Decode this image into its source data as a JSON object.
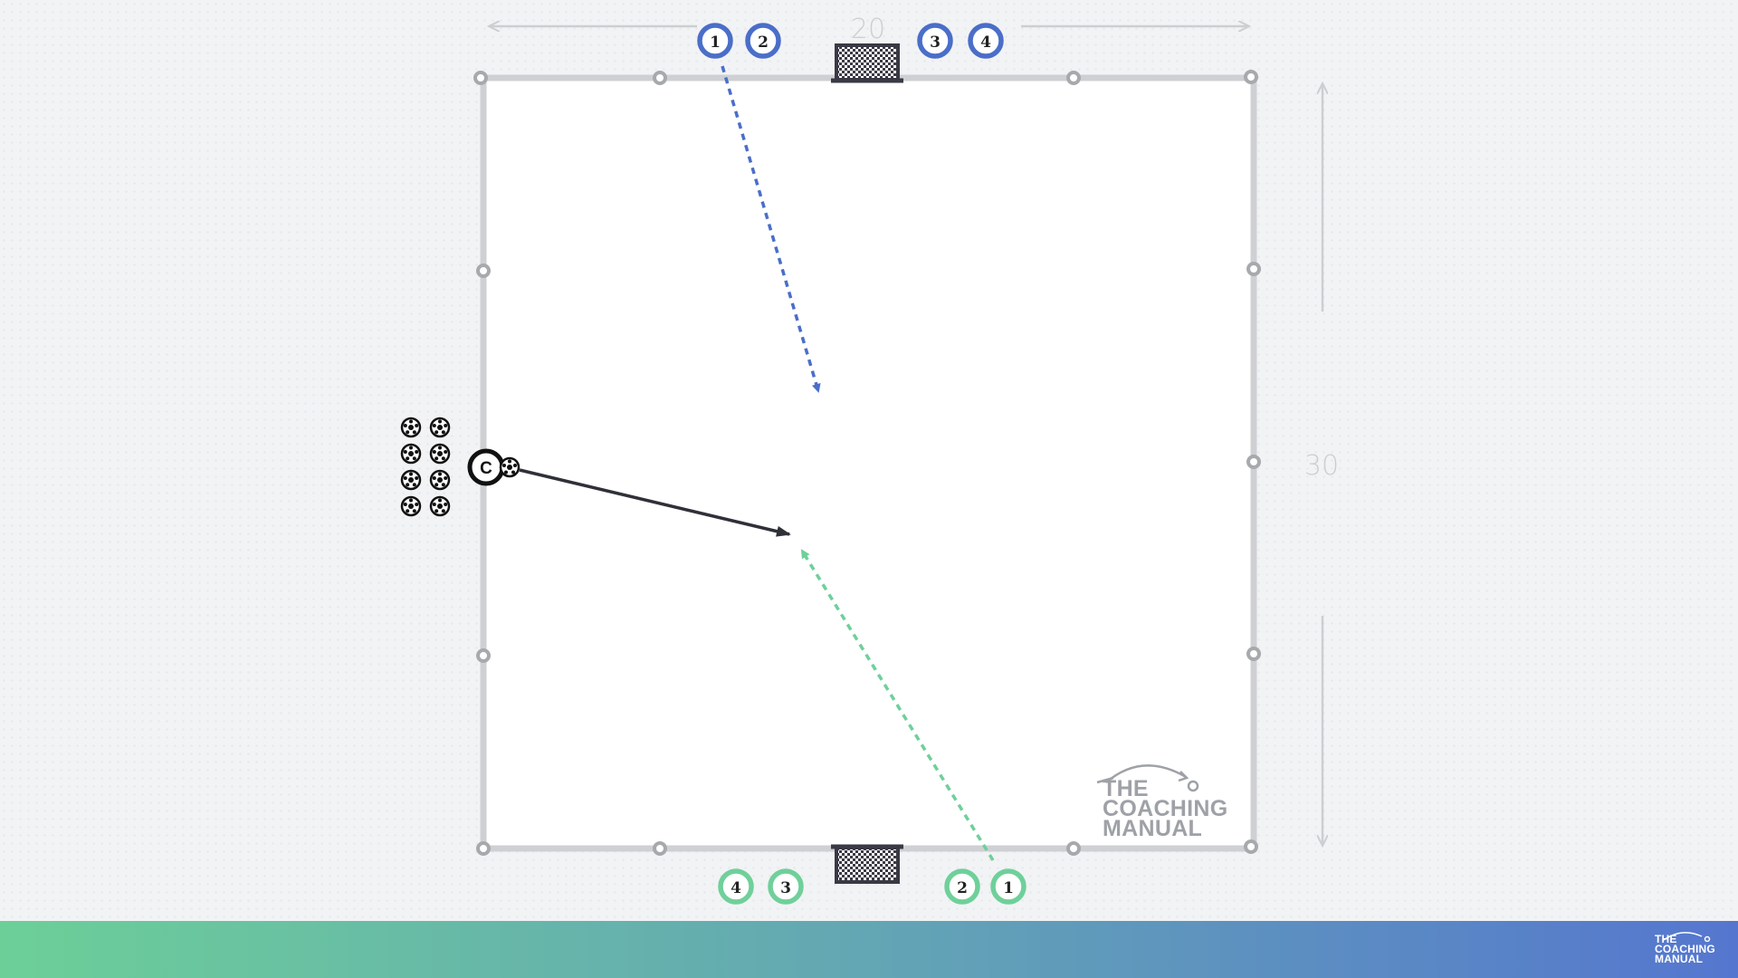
{
  "diagram": {
    "pitch": {
      "width_label": "20",
      "length_label": "30"
    },
    "coach": {
      "label": "C"
    },
    "ball_stock_count": 8,
    "blue_team": {
      "color": "#4a6ec9",
      "players": [
        "1",
        "2",
        "3",
        "4"
      ]
    },
    "green_team": {
      "color": "#6fd09a",
      "players": [
        "4",
        "3",
        "2",
        "1"
      ]
    },
    "colors": {
      "cone": "#a7a9ad",
      "line": "#cfd0d3",
      "goal": "#3a3a45",
      "arrow_coach": "#2f3038",
      "dimension": "#cdced1"
    },
    "watermark": {
      "lines": [
        "THE",
        "COACHING",
        "MANUAL"
      ]
    }
  },
  "footer": {
    "gradient_start": "#6ccf98",
    "gradient_mid": "#63a6b4",
    "gradient_end": "#5576cf",
    "logo_lines": [
      "THE",
      "COACHING",
      "MANUAL"
    ]
  }
}
